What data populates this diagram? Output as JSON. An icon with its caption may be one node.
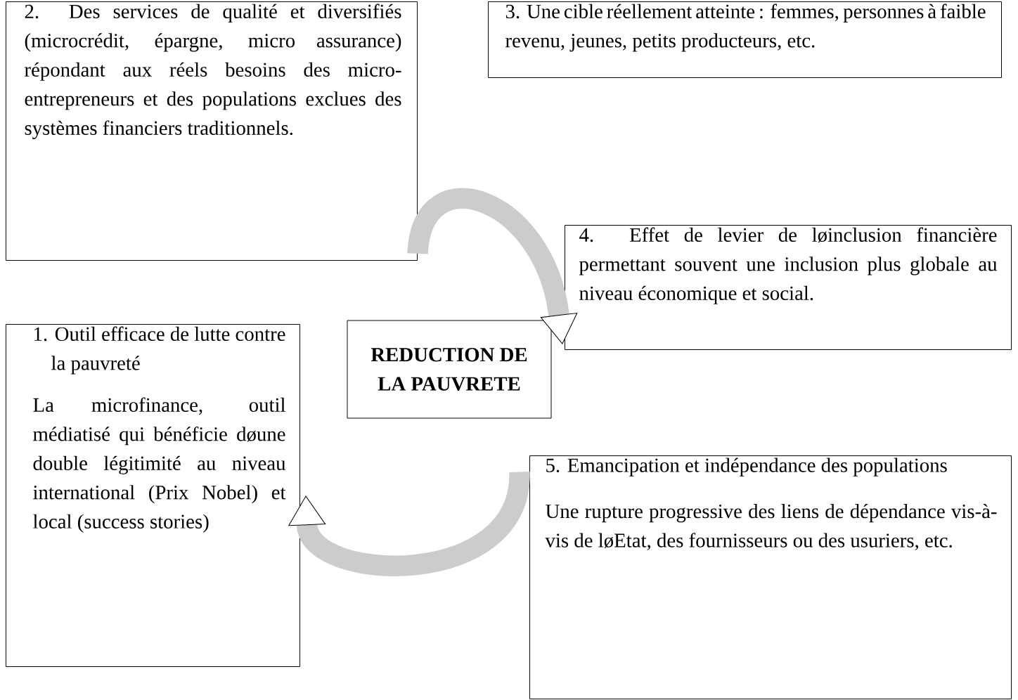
{
  "diagram": {
    "nodes": [
      {
        "text": [
          "2. Des services de qualité et diversifiés (microcrédit, épargne, micro assurance) répondant aux réels besoins des micro-entrepreneurs et des populations exclues des systèmes financiers traditionnels."
        ]
      },
      {
        "text": [
          "3. Une cible réellement atteinte : femmes, personnes à faible revenu, jeunes, petits producteurs, etc."
        ]
      },
      {
        "text": [
          "4. Effet de levier de løinclusion financière permettant souvent une inclusion plus globale au niveau économique et social."
        ]
      },
      {
        "text": [
          "REDUCTION DE LA PAUVRETE"
        ]
      },
      {
        "text": [
          "1. Outil efficace de lutte contre la pauvreté",
          "La microfinance, outil médiatisé qui bénéficie døune double légitimité au niveau international (Prix Nobel) et local (success stories)"
        ]
      },
      {
        "text": [
          "5. Emancipation et indépendance des populations",
          "Une rupture progressive des liens de dépendance vis-à-vis de løEtat, des fournisseurs ou des usuriers, etc."
        ]
      }
    ],
    "edges": [
      {
        "from": 0,
        "to": 2,
        "arrow": "to",
        "color": "#cccccc"
      },
      {
        "from": 5,
        "to": 4,
        "arrow": "to",
        "color": "#cccccc"
      }
    ]
  }
}
